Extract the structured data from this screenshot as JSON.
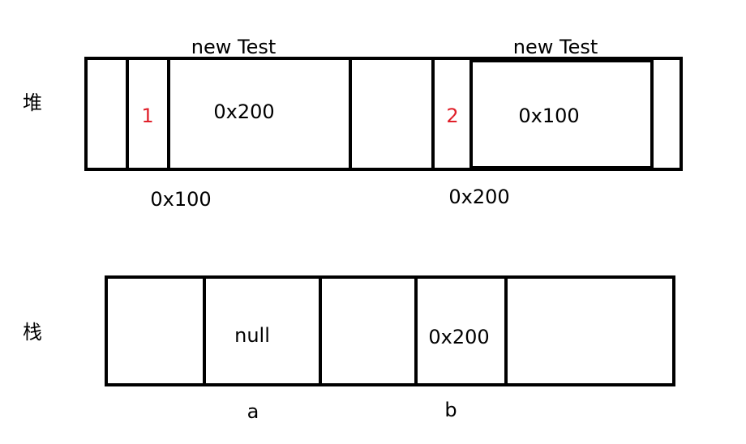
{
  "heap": {
    "label": "堆",
    "objects": [
      {
        "title": "new Test",
        "value": "1",
        "field": "0x200",
        "address": "0x100"
      },
      {
        "title": "new Test",
        "value": "2",
        "field": "0x100",
        "address": "0x200"
      }
    ]
  },
  "stack": {
    "label": "栈",
    "vars": [
      {
        "value": "null",
        "name": "a"
      },
      {
        "value": "0x200",
        "name": "b"
      }
    ]
  },
  "colors": {
    "stroke": "#000000",
    "text": "#000000",
    "value_accent": "#e0202a"
  }
}
